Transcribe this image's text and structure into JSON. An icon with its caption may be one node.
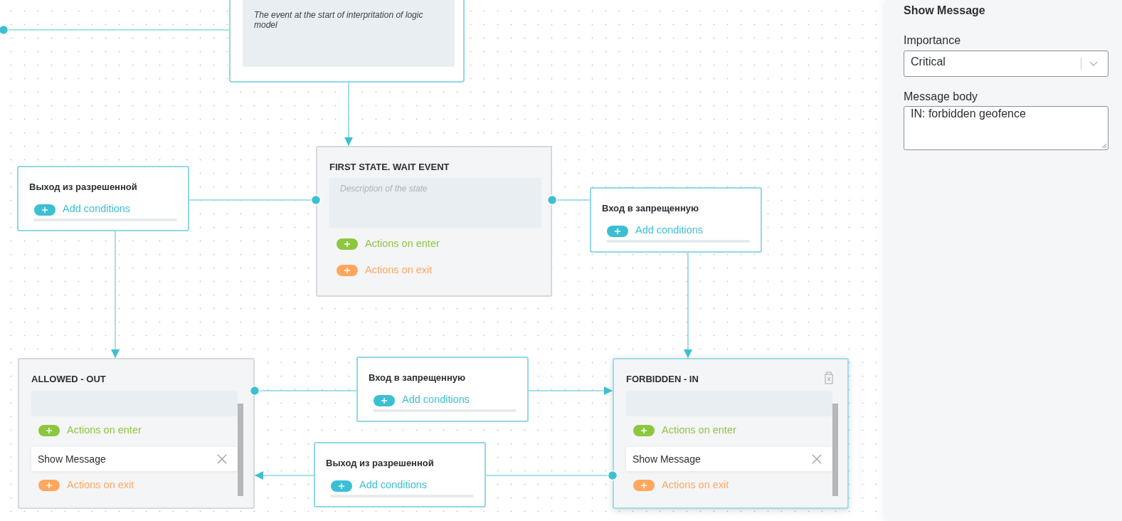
{
  "diagram": {
    "nodes": [
      {
        "text": [
          "The event at the start of interpritation of logic model"
        ]
      },
      {
        "text": [
          "FIRST STATE. WAIT EVENT",
          "Description of the state",
          "Actions on enter",
          "Actions on exit"
        ]
      },
      {
        "text": [
          "Выход из разрешенной",
          "Add conditions"
        ]
      },
      {
        "text": [
          "Вход в запрещенную",
          "Add conditions"
        ]
      },
      {
        "text": [
          "ALLOWED - OUT",
          "Actions on enter",
          "Actions on exit"
        ]
      },
      {
        "text": [
          "Show Message"
        ],
        "in": 4
      },
      {
        "text": [
          "Вход в запрещенную",
          "Add conditions"
        ]
      },
      {
        "text": [
          "Выход из разрешенной",
          "Add conditions"
        ]
      },
      {
        "text": [
          "FORBIDDEN - IN",
          "Actions on enter",
          "Actions on exit"
        ]
      },
      {
        "text": [
          "Show Message"
        ],
        "in": 8
      }
    ],
    "edges": [
      {
        "from": null,
        "to": 0,
        "arrow": "other"
      },
      {
        "from": 0,
        "to": 1,
        "arrow": "to"
      },
      {
        "from": 1,
        "to": 2,
        "arrow": "other"
      },
      {
        "from": 2,
        "to": 4,
        "arrow": "to"
      },
      {
        "from": 1,
        "to": 3,
        "arrow": "other"
      },
      {
        "from": 3,
        "to": 8,
        "arrow": "to"
      },
      {
        "from": 4,
        "to": 6,
        "arrow": "other"
      },
      {
        "from": 6,
        "to": 8,
        "arrow": "to"
      },
      {
        "from": 8,
        "to": 7,
        "arrow": "other"
      },
      {
        "from": 7,
        "to": 4,
        "arrow": "to"
      }
    ],
    "labels": [
      "Show Message",
      "Importance",
      "Critical",
      "Message body",
      "IN: forbidden geofence"
    ]
  }
}
